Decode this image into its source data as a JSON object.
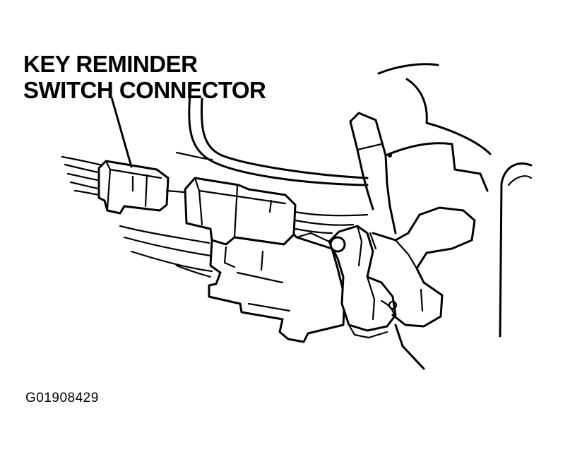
{
  "callout": {
    "line1": "KEY REMINDER",
    "line2": "SWITCH CONNECTOR"
  },
  "figure_id": "G01908429",
  "colors": {
    "ink": "#000000",
    "paper": "#ffffff"
  }
}
